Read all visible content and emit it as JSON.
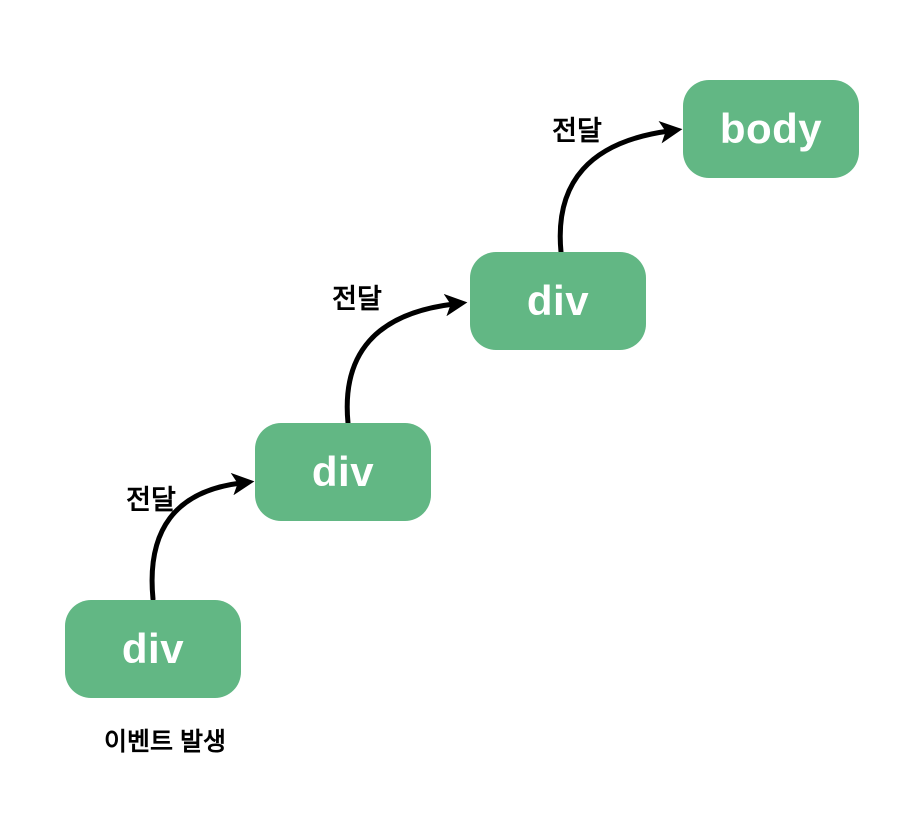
{
  "diagram": {
    "nodes": [
      {
        "label": "div"
      },
      {
        "label": "div"
      },
      {
        "label": "div"
      },
      {
        "label": "body"
      }
    ],
    "edges": [
      {
        "label": "전달"
      },
      {
        "label": "전달"
      },
      {
        "label": "전달"
      }
    ],
    "caption": "이벤트 발생",
    "colors": {
      "node_fill": "#62b784",
      "node_text": "#ffffff",
      "arrow": "#000000",
      "label_text": "#000000",
      "background": "#ffffff"
    }
  }
}
